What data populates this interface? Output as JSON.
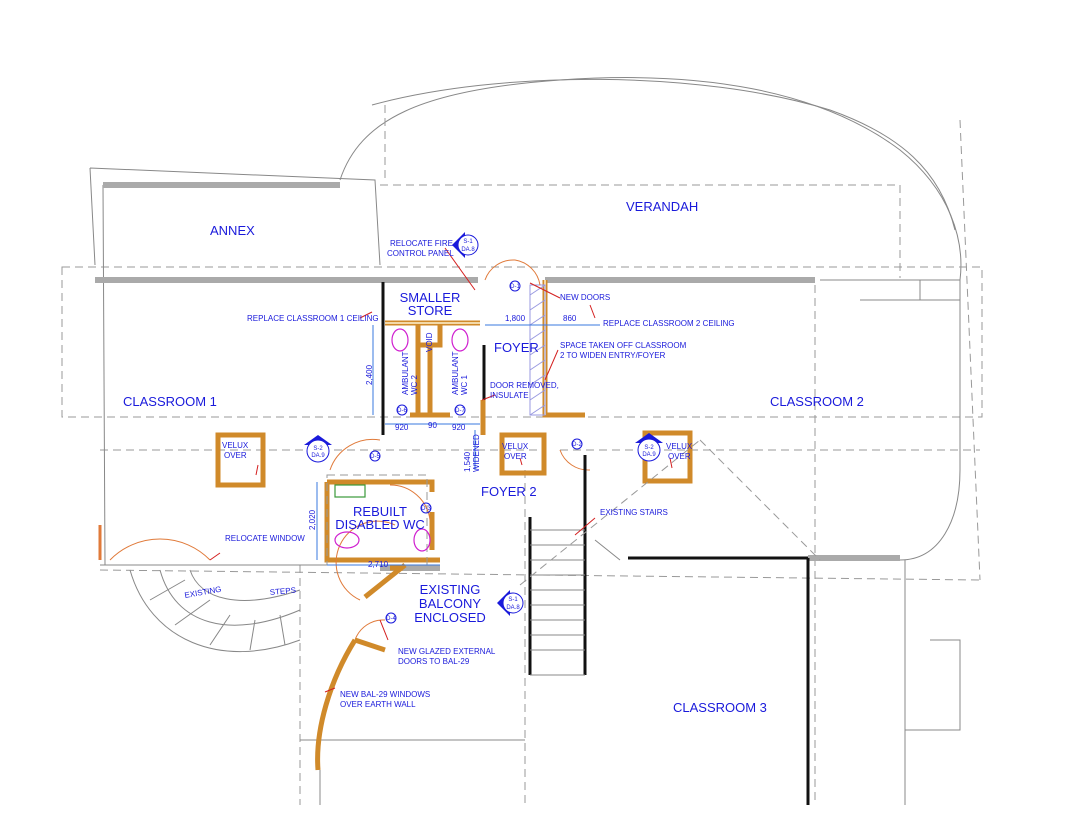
{
  "rooms": {
    "annex": "ANNEX",
    "verandah": "VERANDAH",
    "classroom1": "CLASSROOM 1",
    "classroom2": "CLASSROOM 2",
    "classroom3": "CLASSROOM 3",
    "store": [
      "SMALLER",
      "STORE"
    ],
    "foyer": "FOYER",
    "foyer2": "FOYER 2",
    "disabled_wc": [
      "REBUILT",
      "DISABLED WC"
    ],
    "balcony": [
      "EXISTING",
      "BALCONY",
      "ENCLOSED"
    ],
    "void": "VOID",
    "wc2": [
      "AMBULANT",
      "WC 2"
    ],
    "wc1": [
      "AMBULANT",
      "WC 1"
    ]
  },
  "notes": {
    "fire_panel": [
      "RELOCATE FIRE",
      "CONTROL PANEL"
    ],
    "ceiling1": "REPLACE CLASSROOM 1 CEILING",
    "new_doors": "NEW DOORS",
    "ceiling2": "REPLACE CLASSROOM 2 CEILING",
    "space_taken": [
      "SPACE TAKEN OFF CLASSROOM",
      "2 TO WIDEN ENTRY/FOYER"
    ],
    "door_removed": [
      "DOOR REMOVED,",
      "INSULATE"
    ],
    "stairs": "EXISTING STAIRS",
    "relocate_window": "RELOCATE WINDOW",
    "glazed_doors": [
      "NEW GLAZED EXTERNAL",
      "DOORS TO BAL-29"
    ],
    "bal_windows": [
      "NEW BAL-29 WINDOWS",
      "OVER EARTH WALL"
    ],
    "velux": [
      "VELUX",
      "OVER"
    ],
    "existing": "EXISTING",
    "steps": "STEPS"
  },
  "dimensions": {
    "d1800": "1,800",
    "d860": "860",
    "d2400": "2,400",
    "d920a": "920",
    "d90": "90",
    "d920b": "920",
    "d1540": [
      "1,540",
      "WIDENED"
    ],
    "d2020": "2,020",
    "d2710": "2,710"
  },
  "section_markers": {
    "s1": [
      "S-1",
      "DA.8"
    ],
    "s2": [
      "S-2",
      "DA.9"
    ]
  },
  "door_tags": [
    "D-1",
    "D-6",
    "D-7",
    "D-5",
    "D-3",
    "D-4",
    "D-2"
  ]
}
